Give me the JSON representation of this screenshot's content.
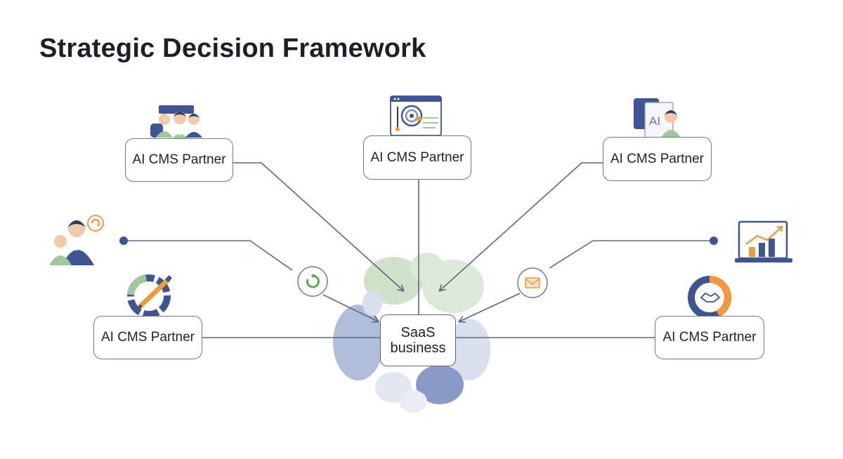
{
  "title": "Strategic Decision Framework",
  "center": {
    "line1": "SaaS",
    "line2": "business"
  },
  "nodes": [
    {
      "label": "AI CMS Partner",
      "icon": "team-icon"
    },
    {
      "label": "AI CMS Partner",
      "icon": "target-dashboard-icon"
    },
    {
      "label": "AI CMS Partner",
      "icon": "ai-document-person-icon"
    },
    {
      "label": "AI CMS Partner",
      "icon": "pie-chart-pencil-icon"
    },
    {
      "label": "AI CMS Partner",
      "icon": "handshake-donut-icon"
    }
  ],
  "side_icons": {
    "left": "advisor-person-icon",
    "right": "laptop-bar-chart-icon"
  },
  "connector_icons": {
    "left": "refresh-circle-icon",
    "right": "mail-circle-icon"
  },
  "label_ai": "AI",
  "colors": {
    "line": "#5a6880",
    "navy": "#3f5593",
    "green": "#9fc99a",
    "orange": "#f29a3a",
    "blob_blue": "#a9b7d6",
    "blob_green": "#c9e1c5"
  }
}
